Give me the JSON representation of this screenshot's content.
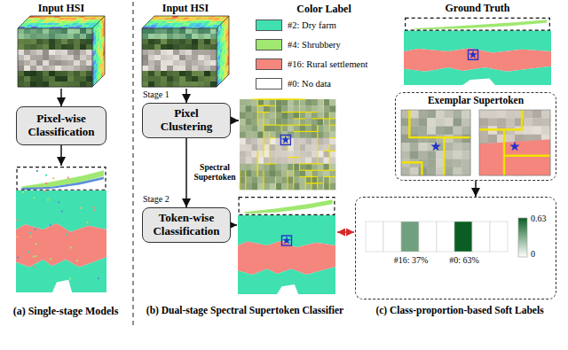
{
  "diagram": {
    "nodes": [
      {
        "text": [
          "Input HSI"
        ]
      },
      {
        "text": [
          "Pixel-wise Classification"
        ]
      },
      {
        "text": [
          "Input HSI"
        ]
      },
      {
        "text": [
          "Pixel Clustering"
        ]
      },
      {
        "text": [
          "Token-wise Classification"
        ]
      },
      {
        "text": [
          "Ground Truth"
        ]
      },
      {
        "text": [
          "Exemplar Supertoken"
        ]
      },
      {
        "text": [
          "#16: 37%",
          "#0: 63%",
          "0.63",
          "0"
        ]
      }
    ],
    "edges": [
      {
        "from": 0,
        "to": 1,
        "arrow": "to"
      },
      {
        "from": 2,
        "to": 3,
        "arrow": "to"
      },
      {
        "from": 3,
        "to": 4,
        "label": "Spectral Supertoken",
        "arrow": "to"
      },
      {
        "from": 6,
        "to": 7,
        "arrow": "to"
      }
    ],
    "labels": [
      "Stage 1",
      "Color Label",
      "Stage 2",
      "(a) Single-stage Models",
      "(b) Dual-stage Spectral Supertoken Classifier",
      "(c) Class-proportion-based Soft Labels"
    ],
    "legend": [
      {
        "text": "#2: Dry farm",
        "color": "#40e0b0"
      },
      {
        "text": "#4: Shrubbery",
        "color": "#a0e870"
      },
      {
        "text": "#16: Rural settlement",
        "color": "#f4867e"
      },
      {
        "text": "#0: No data",
        "color": "#ffffff"
      }
    ]
  }
}
